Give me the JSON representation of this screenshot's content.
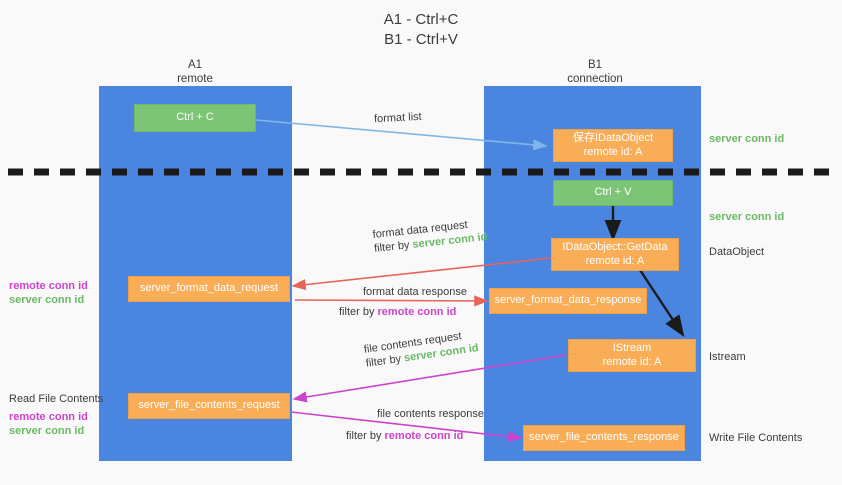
{
  "title": {
    "line1": "A1 - Ctrl+C",
    "line2": "B1 - Ctrl+V"
  },
  "lanes": [
    {
      "id": "a1",
      "name": "A1",
      "role": "remote"
    },
    {
      "id": "b1",
      "name": "B1",
      "role": "connection"
    }
  ],
  "boxes": {
    "ctrl_c": {
      "line1": "Ctrl + C",
      "line2": ""
    },
    "save_idataobject": {
      "line1": "保存IDataObject",
      "line2": "remote id: A"
    },
    "ctrl_v": {
      "line1": "Ctrl + V",
      "line2": ""
    },
    "getdata": {
      "line1": "IDataObject::GetData",
      "line2": "remote id: A"
    },
    "fmt_req": {
      "line1": "server_format_data_request",
      "line2": ""
    },
    "fmt_resp": {
      "line1": "server_format_data_response",
      "line2": ""
    },
    "istream": {
      "line1": "IStream",
      "line2": "remote id: A"
    },
    "file_req": {
      "line1": "server_file_contents_request",
      "line2": ""
    },
    "file_resp": {
      "line1": "server_file_contents_response",
      "line2": ""
    }
  },
  "edges": {
    "format_list": {
      "label": "format list"
    },
    "format_data_request": {
      "label": "format data request",
      "filter_prefix": "filter by ",
      "filter_key": "server conn id"
    },
    "format_data_response": {
      "label": "format data response",
      "filter_prefix": "filter by ",
      "filter_key": "remote conn id"
    },
    "file_contents_request": {
      "label": "file contents request",
      "filter_prefix": "filter by ",
      "filter_key": "server conn id"
    },
    "file_contents_response": {
      "label": "file contents response",
      "filter_prefix": "filter by ",
      "filter_key": "remote conn id"
    }
  },
  "annotations": {
    "server_conn_id_top": "server conn id",
    "server_conn_id_mid": "server conn id",
    "dataobject": "DataObject",
    "istream": "Istream",
    "write_file_contents": "Write File Contents",
    "read_file_contents": "Read File Contents",
    "left_keys_mid": {
      "remote": "remote conn id",
      "server": "server conn id"
    },
    "left_keys_bottom": {
      "remote": "remote conn id",
      "server": "server conn id"
    }
  },
  "colors": {
    "lane": "#4a86e0",
    "orange": "#f9ad56",
    "green_box": "#7cc576",
    "green_text": "#6aba63",
    "magenta_text": "#cc44cc",
    "red_arrow": "#e8645a",
    "blue_arrow": "#7fb8e8",
    "magenta_arrow": "#cc44cc",
    "black": "#1a1a1a",
    "background": "#f9f9f9"
  }
}
